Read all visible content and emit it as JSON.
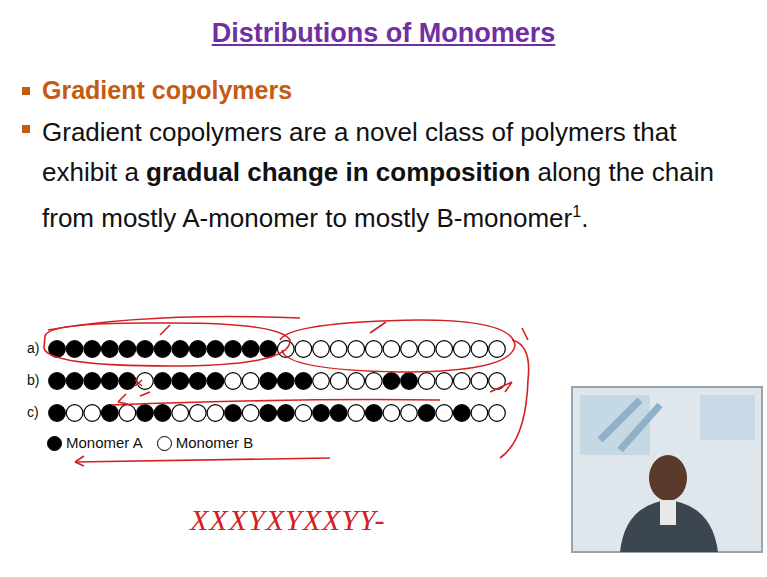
{
  "diagram": {
    "title": "Distributions of Monomers",
    "labels": [
      "Gradient copolymers",
      "Gradient copolymers are a novel class of polymers that exhibit a",
      "gradual change in composition",
      "along the chain from mostly A-monomer to mostly B-monomer",
      "1",
      ".",
      "a)",
      "b)",
      "c)",
      "XXXYXYXXYY-"
    ],
    "legend": [
      {
        "text": "Monomer A",
        "color": "#000000"
      },
      {
        "text": "Monomer B",
        "color": "#ffffff"
      }
    ]
  }
}
